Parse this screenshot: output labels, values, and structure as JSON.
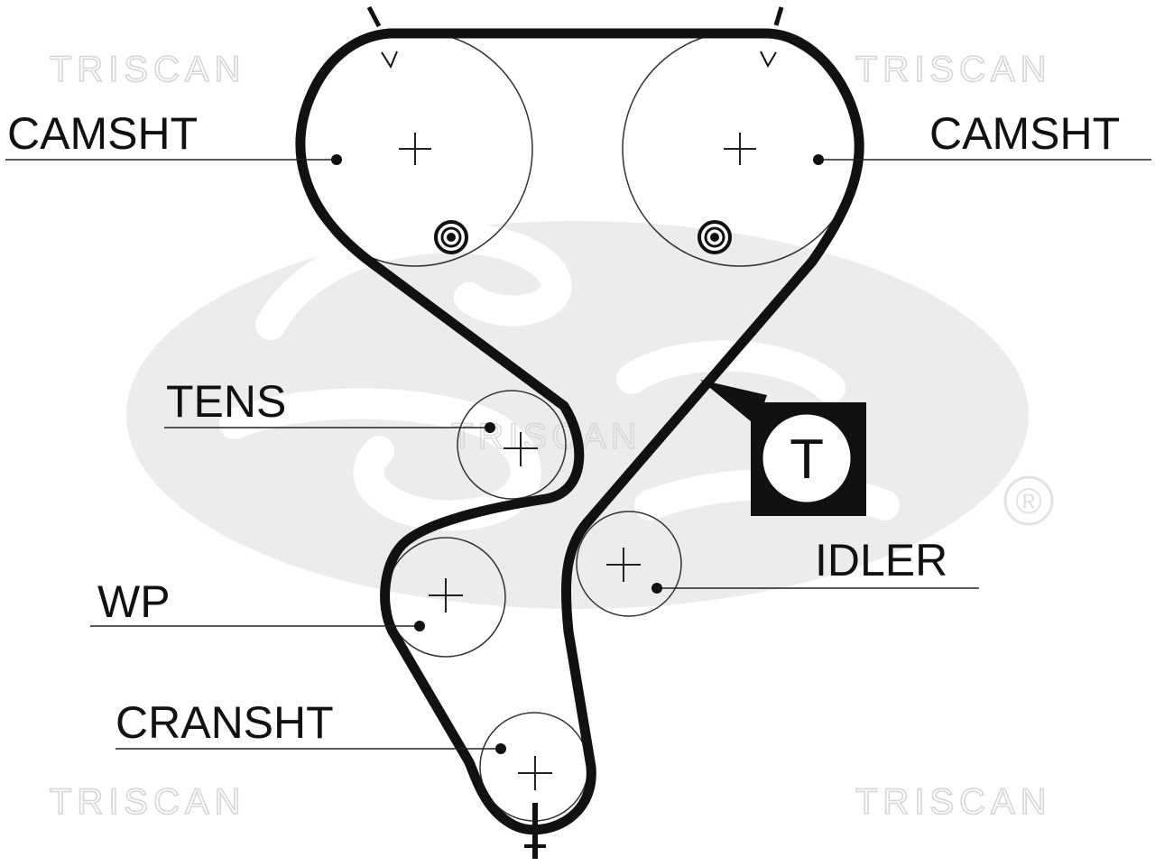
{
  "watermarks": {
    "top_left": "TRISCAN",
    "top_right": "TRISCAN",
    "center": "TRISCAN",
    "bottom_left": "TRISCAN",
    "bottom_right": "TRISCAN"
  },
  "labels": {
    "camshaft_left": "CAMSHT",
    "camshaft_right": "CAMSHT",
    "tensioner": "TENS",
    "idler": "IDLER",
    "water_pump": "WP",
    "crankshaft": "CRANSHT"
  },
  "tension_marker": {
    "letter": "T",
    "icon": "tension-marker-icon"
  },
  "background_logo": {
    "icon": "gates-logo-icon",
    "registered_mark": "®"
  },
  "colors": {
    "belt": "#111111",
    "pulley": "#333333",
    "watermark": "#d6d6d6",
    "logo": "#e9e9e9"
  }
}
